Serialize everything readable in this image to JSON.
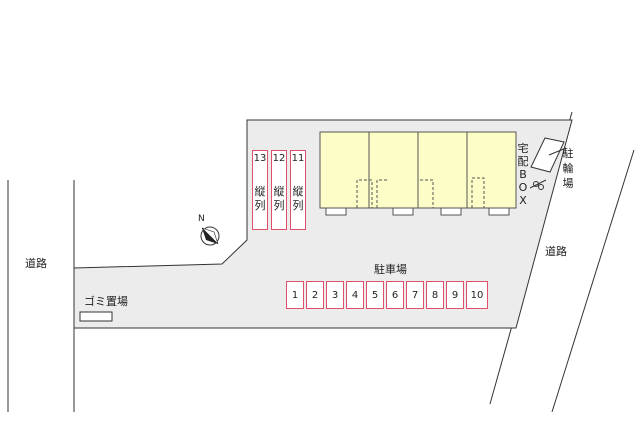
{
  "labels": {
    "road_left": "道路",
    "road_right": "道路",
    "trash": "ゴミ置場",
    "parking": "駐車場",
    "delivery_box": [
      "宅",
      "配",
      "B",
      "O",
      "X"
    ],
    "bicycle_parking": [
      "駐",
      "輪",
      "場"
    ],
    "north": "N"
  },
  "parking_slots": [
    "1",
    "2",
    "3",
    "4",
    "5",
    "6",
    "7",
    "8",
    "9",
    "10"
  ],
  "tandem_slots": [
    {
      "number": "13",
      "label": [
        "縦",
        "列"
      ]
    },
    {
      "number": "12",
      "label": [
        "縦",
        "列"
      ]
    },
    {
      "number": "11",
      "label": [
        "縦",
        "列"
      ]
    }
  ],
  "colors": {
    "lot": "#ececec",
    "building": "#fdfdc8",
    "slot_border": "#e0506a",
    "line": "#333333"
  },
  "icons": {
    "compass": "north-arrow-icon"
  }
}
